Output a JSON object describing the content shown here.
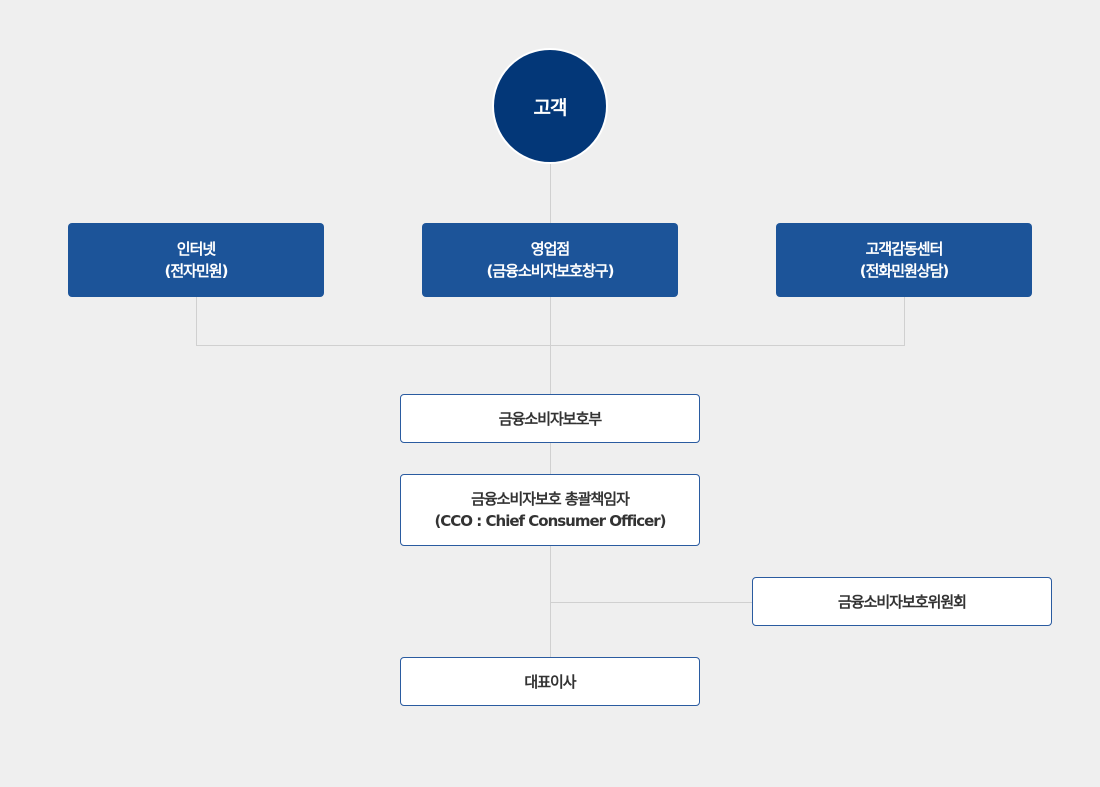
{
  "root": {
    "label": "고객"
  },
  "channels": [
    {
      "line1": "인터넷",
      "line2": "(전자민원)"
    },
    {
      "line1": "영업점",
      "line2": "(금융소비자보호창구)"
    },
    {
      "line1": "고객감동센터",
      "line2": "(전화민원상담)"
    }
  ],
  "department": {
    "label": "금융소비자보호부"
  },
  "cco": {
    "line1": "금융소비자보호 총괄책임자",
    "line2": "(CCO : Chief Consumer Officer)"
  },
  "committee": {
    "label": "금융소비자보호위원회"
  },
  "ceo": {
    "label": "대표이사"
  },
  "colors": {
    "navy": "#033778",
    "blue": "#1c5499",
    "border": "#2a5ba0",
    "background": "#efefef"
  }
}
